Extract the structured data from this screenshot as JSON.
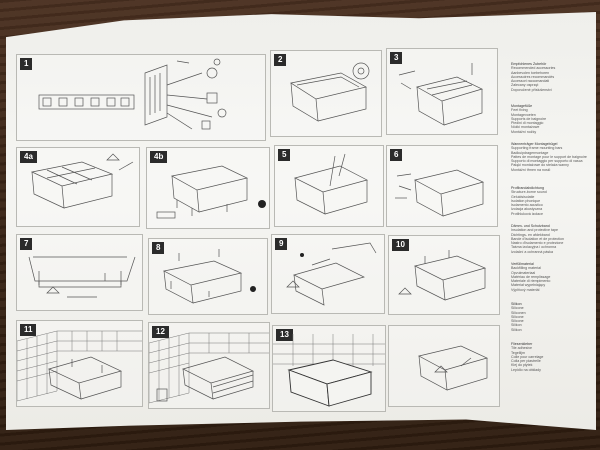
{
  "steps": [
    {
      "id": "1",
      "name": "step-1"
    },
    {
      "id": "2",
      "name": "step-2"
    },
    {
      "id": "3",
      "name": "step-3"
    },
    {
      "id": "4a",
      "name": "step-4a"
    },
    {
      "id": "4b",
      "name": "step-4b"
    },
    {
      "id": "5",
      "name": "step-5"
    },
    {
      "id": "6",
      "name": "step-6"
    },
    {
      "id": "7",
      "name": "step-7"
    },
    {
      "id": "8",
      "name": "step-8"
    },
    {
      "id": "9",
      "name": "step-9"
    },
    {
      "id": "10",
      "name": "step-10"
    },
    {
      "id": "11",
      "name": "step-11"
    },
    {
      "id": "12",
      "name": "step-12"
    },
    {
      "id": "13",
      "name": "step-13"
    }
  ],
  "legend": [
    {
      "lines": [
        "Empfohlenes Zubehör",
        "Recommended accessories",
        "Aanbevolen toebehoren",
        "Accessoires recommandés",
        "Accessori raccomandati",
        "Zalecany osprzęt",
        "Doporučené příslušenství"
      ]
    },
    {
      "lines": [
        "Montagefüße",
        "Feet fixing",
        "Montagevoeten",
        "Supports de baignoire",
        "Piedini di montaggio",
        "Nóżki montażowe",
        "Montážní nožky"
      ]
    },
    {
      "lines": [
        "Wannenträger Montagebügel",
        "Supporting frame mounting bars",
        "Badkuipdragermontage",
        "Pattes de montage pour le support de baignoire",
        "Supporto di montaggio per supporto di vasca",
        "Pałąki montażowe do stelaża wanny",
        "Montážní třmen na nosič"
      ]
    },
    {
      "lines": [
        "Profilrandabdichtung",
        "Structure-borne sound",
        "Geluidsisolatie",
        "Isolation phonique",
        "Isolamento acustico",
        "Izolacja akustyczna",
        "Protihluková izolace"
      ]
    },
    {
      "lines": [
        "Dämm- und Schutzband",
        "Insulation and protective tape",
        "Dichtings- en afdekband",
        "Bande d'isolation et de protection",
        "Nastro d'isolamento e protezione",
        "Taśma izolacyjna i ochronna",
        "Izolační a ochranná páska"
      ]
    },
    {
      "lines": [
        "Verfüllmaterial",
        "Backfilling material",
        "Opvulmateriaal",
        "Matériau de remplissage",
        "Materiale di riempimento",
        "Materiał wypełniający",
        "Výplňový materiál"
      ]
    },
    {
      "lines": [
        "Silikon",
        "Silicone",
        "Siliconen",
        "Silicone",
        "Silicone",
        "Silikon",
        "Silikon"
      ]
    },
    {
      "lines": [
        "Fliesenkleber",
        "Tile adhesive",
        "Tegellijm",
        "Colle pour carrelage",
        "Colla per piastrelle",
        "Klej do płytek",
        "Lepidlo na obklady"
      ]
    }
  ]
}
